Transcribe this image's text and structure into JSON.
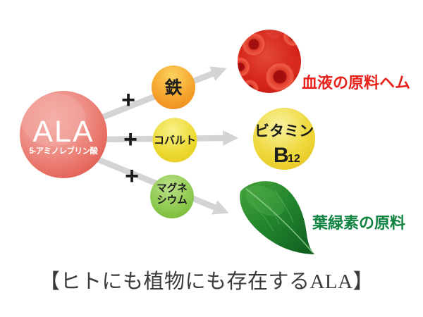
{
  "ala": {
    "title": "ALA",
    "subtitle": "5-アミノレブリン酸"
  },
  "plus": "+",
  "minerals": {
    "iron": "鉄",
    "cobalt": "コバルト",
    "magnesium_line1": "マグネ",
    "magnesium_line2": "シウム"
  },
  "results": {
    "heme_label": "血液の原料ヘム",
    "vitamin_line1": "ビタミン",
    "vitamin_b": "B",
    "vitamin_sub": "12",
    "chlorophyll_label": "葉緑素の原料"
  },
  "caption": "【ヒトにも植物にも存在するALA】",
  "colors": {
    "ala_red": "#e8766b",
    "iron_orange": "#f09a26",
    "cobalt_yellow": "#e8d52e",
    "magnesium_green": "#84c443",
    "b12_gold": "#ecd22e",
    "heme_text_red": "#e7211b",
    "chlorophyll_text_green": "#108340",
    "arrow_gray": "#d4d4d4",
    "caption_gray": "#3a3a3a"
  }
}
